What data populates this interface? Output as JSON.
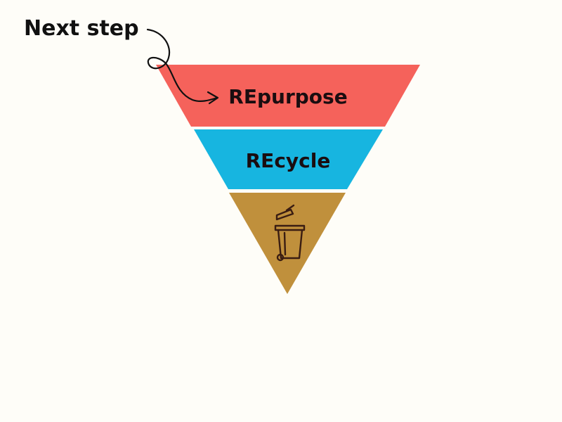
{
  "annotation": {
    "label": "Next step"
  },
  "tiers": [
    {
      "label": "REpurpose",
      "color": "#f5625b"
    },
    {
      "label": "REcycle",
      "color": "#17b5e0"
    },
    {
      "label": "",
      "icon": "trash-bin-icon",
      "color": "#c0903c"
    }
  ],
  "colors": {
    "background": "#fefdf8",
    "text": "#1a0d10",
    "icon_stroke": "#3a1d12"
  }
}
